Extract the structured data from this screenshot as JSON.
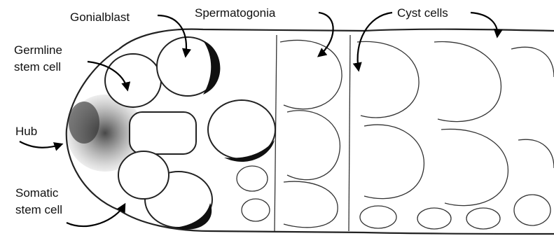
{
  "labels": {
    "gonialblast": "Gonialblast",
    "spermatogonia": "Spermatogonia",
    "cyst_cells": "Cyst cells",
    "germline_line1": "Germline",
    "germline_line2": "stem cell",
    "hub": "Hub",
    "somatic_line1": "Somatic",
    "somatic_line2": "stem cell"
  },
  "colors": {
    "ink": "#111111",
    "background": "#ffffff",
    "shading": "#555555"
  }
}
